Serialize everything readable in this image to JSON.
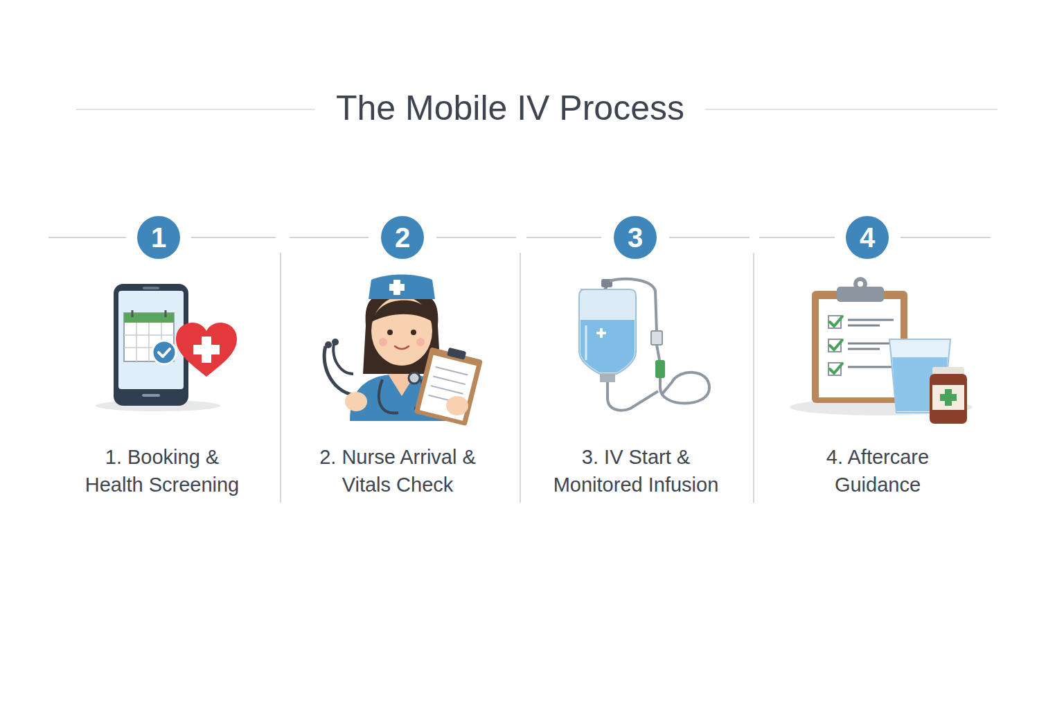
{
  "diagram": {
    "title": "The Mobile IV Process",
    "nodes": [
      {
        "text": [
          "1"
        ]
      },
      {
        "text": [
          "2"
        ]
      },
      {
        "text": [
          "3"
        ]
      },
      {
        "text": [
          "4"
        ]
      }
    ],
    "labels": [
      "1. Booking & Health Screening",
      "2. Nurse Arrival & Vitals Check",
      "3. IV Start & Monitored Infusion",
      "4. Aftercare Guidance"
    ]
  }
}
